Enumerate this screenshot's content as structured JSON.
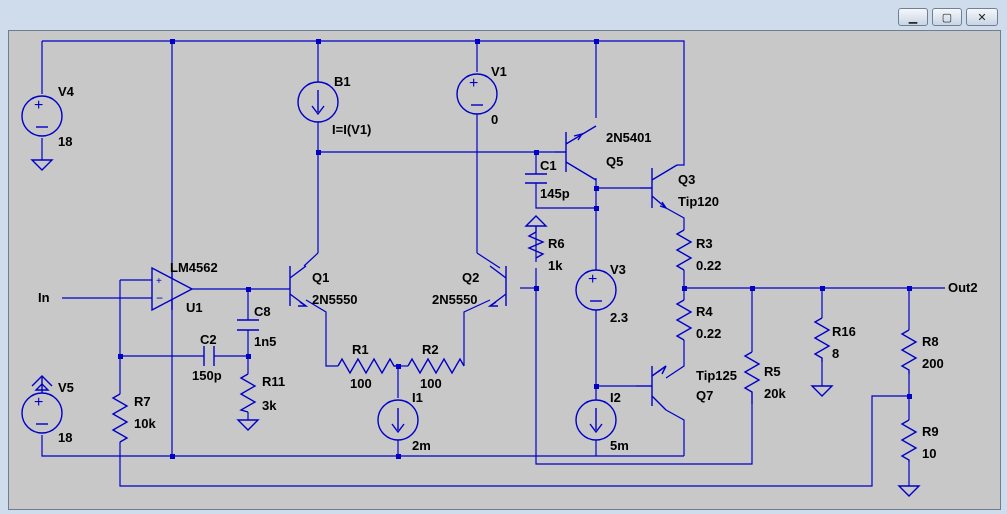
{
  "window": {
    "minimize_icon": "minimize-icon",
    "maximize_icon": "maximize-icon",
    "close_icon": "close-icon"
  },
  "components": {
    "V4": {
      "name": "V4",
      "value": "18"
    },
    "V5": {
      "name": "V5",
      "value": "18"
    },
    "B1": {
      "name": "B1",
      "value": "I=I(V1)"
    },
    "V1": {
      "name": "V1",
      "value": "0"
    },
    "Q5": {
      "name": "Q5",
      "model": "2N5401"
    },
    "C1": {
      "name": "C1",
      "value": "145p"
    },
    "Q3": {
      "name": "Q3",
      "model": "Tip120"
    },
    "R6": {
      "name": "R6",
      "value": "1k"
    },
    "V3": {
      "name": "V3",
      "value": "2.3"
    },
    "R3": {
      "name": "R3",
      "value": "0.22"
    },
    "R4": {
      "name": "R4",
      "value": "0.22"
    },
    "U1": {
      "name": "U1",
      "model": "LM4562"
    },
    "Q1": {
      "name": "Q1",
      "model": "2N5550"
    },
    "Q2": {
      "name": "Q2",
      "model": "2N5550"
    },
    "C8": {
      "name": "C8",
      "value": "1n5"
    },
    "C2": {
      "name": "C2",
      "value": "150p"
    },
    "R11": {
      "name": "R11",
      "value": "3k"
    },
    "R1": {
      "name": "R1",
      "value": "100"
    },
    "R2": {
      "name": "R2",
      "value": "100"
    },
    "I1": {
      "name": "I1",
      "value": "2m"
    },
    "I2": {
      "name": "I2",
      "value": "5m"
    },
    "R7": {
      "name": "R7",
      "value": "10k"
    },
    "Q7": {
      "name": "Q7",
      "model": "Tip125"
    },
    "R5": {
      "name": "R5",
      "value": "20k"
    },
    "R16": {
      "name": "R16",
      "value": "8"
    },
    "R8": {
      "name": "R8",
      "value": "200"
    },
    "R9": {
      "name": "R9",
      "value": "10"
    }
  },
  "nets": {
    "in": "In",
    "out": "Out2"
  },
  "colors": {
    "wire": "#0000c8",
    "canvas": "#c8c8c8"
  }
}
